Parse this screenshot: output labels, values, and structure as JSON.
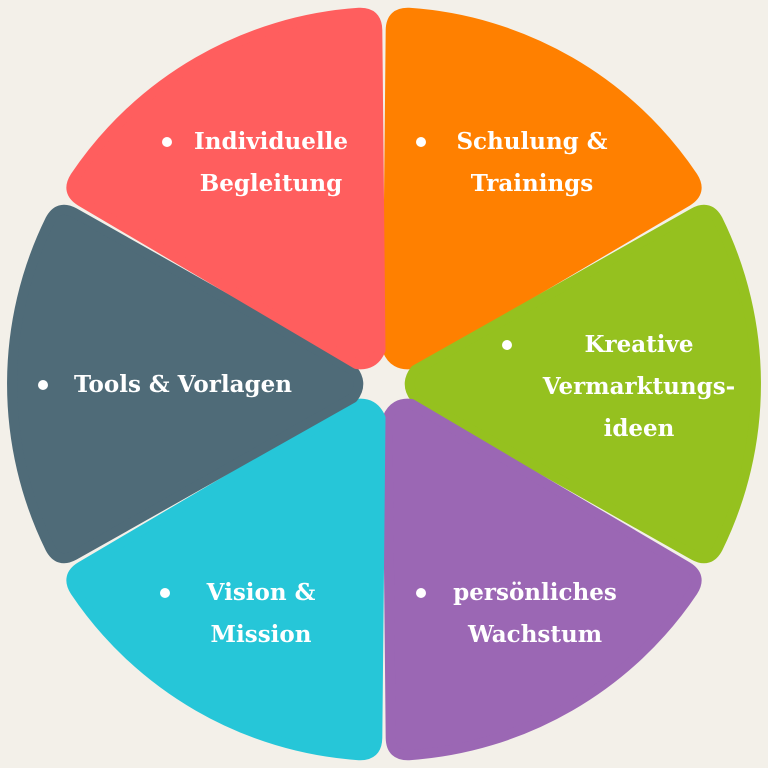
{
  "background": "#f3f0e9",
  "segments": [
    {
      "id": "individuelle-begleitung",
      "color": "#ff8000",
      "lines": [
        "Individuelle",
        "Begleitung"
      ]
    },
    {
      "id": "schulung-trainings",
      "color": "#95c11f",
      "lines": [
        "Schulung &",
        "Trainings"
      ]
    },
    {
      "id": "kreative-vermarktungsideen",
      "color": "#9b67b4",
      "lines": [
        "Kreative",
        "Vermarktungs-",
        "ideen"
      ]
    },
    {
      "id": "persoenliches-wachstum",
      "color": "#26c6d8",
      "lines": [
        "persönliches",
        "Wachstum"
      ]
    },
    {
      "id": "vision-mission",
      "color": "#4f6b78",
      "lines": [
        "Vision &",
        "Mission"
      ]
    },
    {
      "id": "tools-vorlagen",
      "color": "#ff5e5e",
      "lines": [
        "Tools & Vorlagen"
      ]
    }
  ]
}
